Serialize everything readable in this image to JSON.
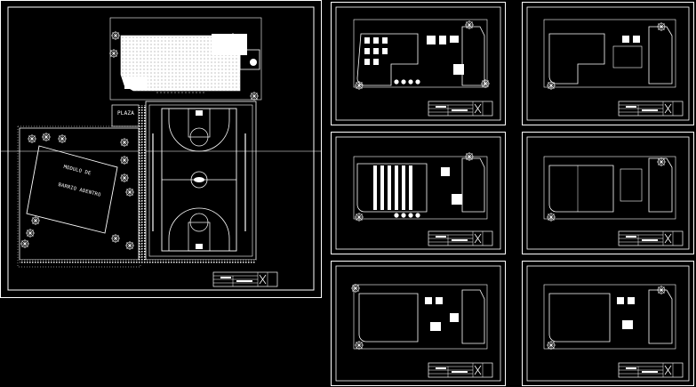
{
  "site_plan": {
    "plaza_label": "PLAZA",
    "module_label_line1": "MODULO DE",
    "module_label_line2": "BARRIO ADENTRO"
  },
  "sheets": [
    {
      "id": "sheet-1"
    },
    {
      "id": "sheet-2"
    },
    {
      "id": "sheet-3"
    },
    {
      "id": "sheet-4"
    },
    {
      "id": "sheet-5"
    },
    {
      "id": "sheet-6"
    }
  ]
}
